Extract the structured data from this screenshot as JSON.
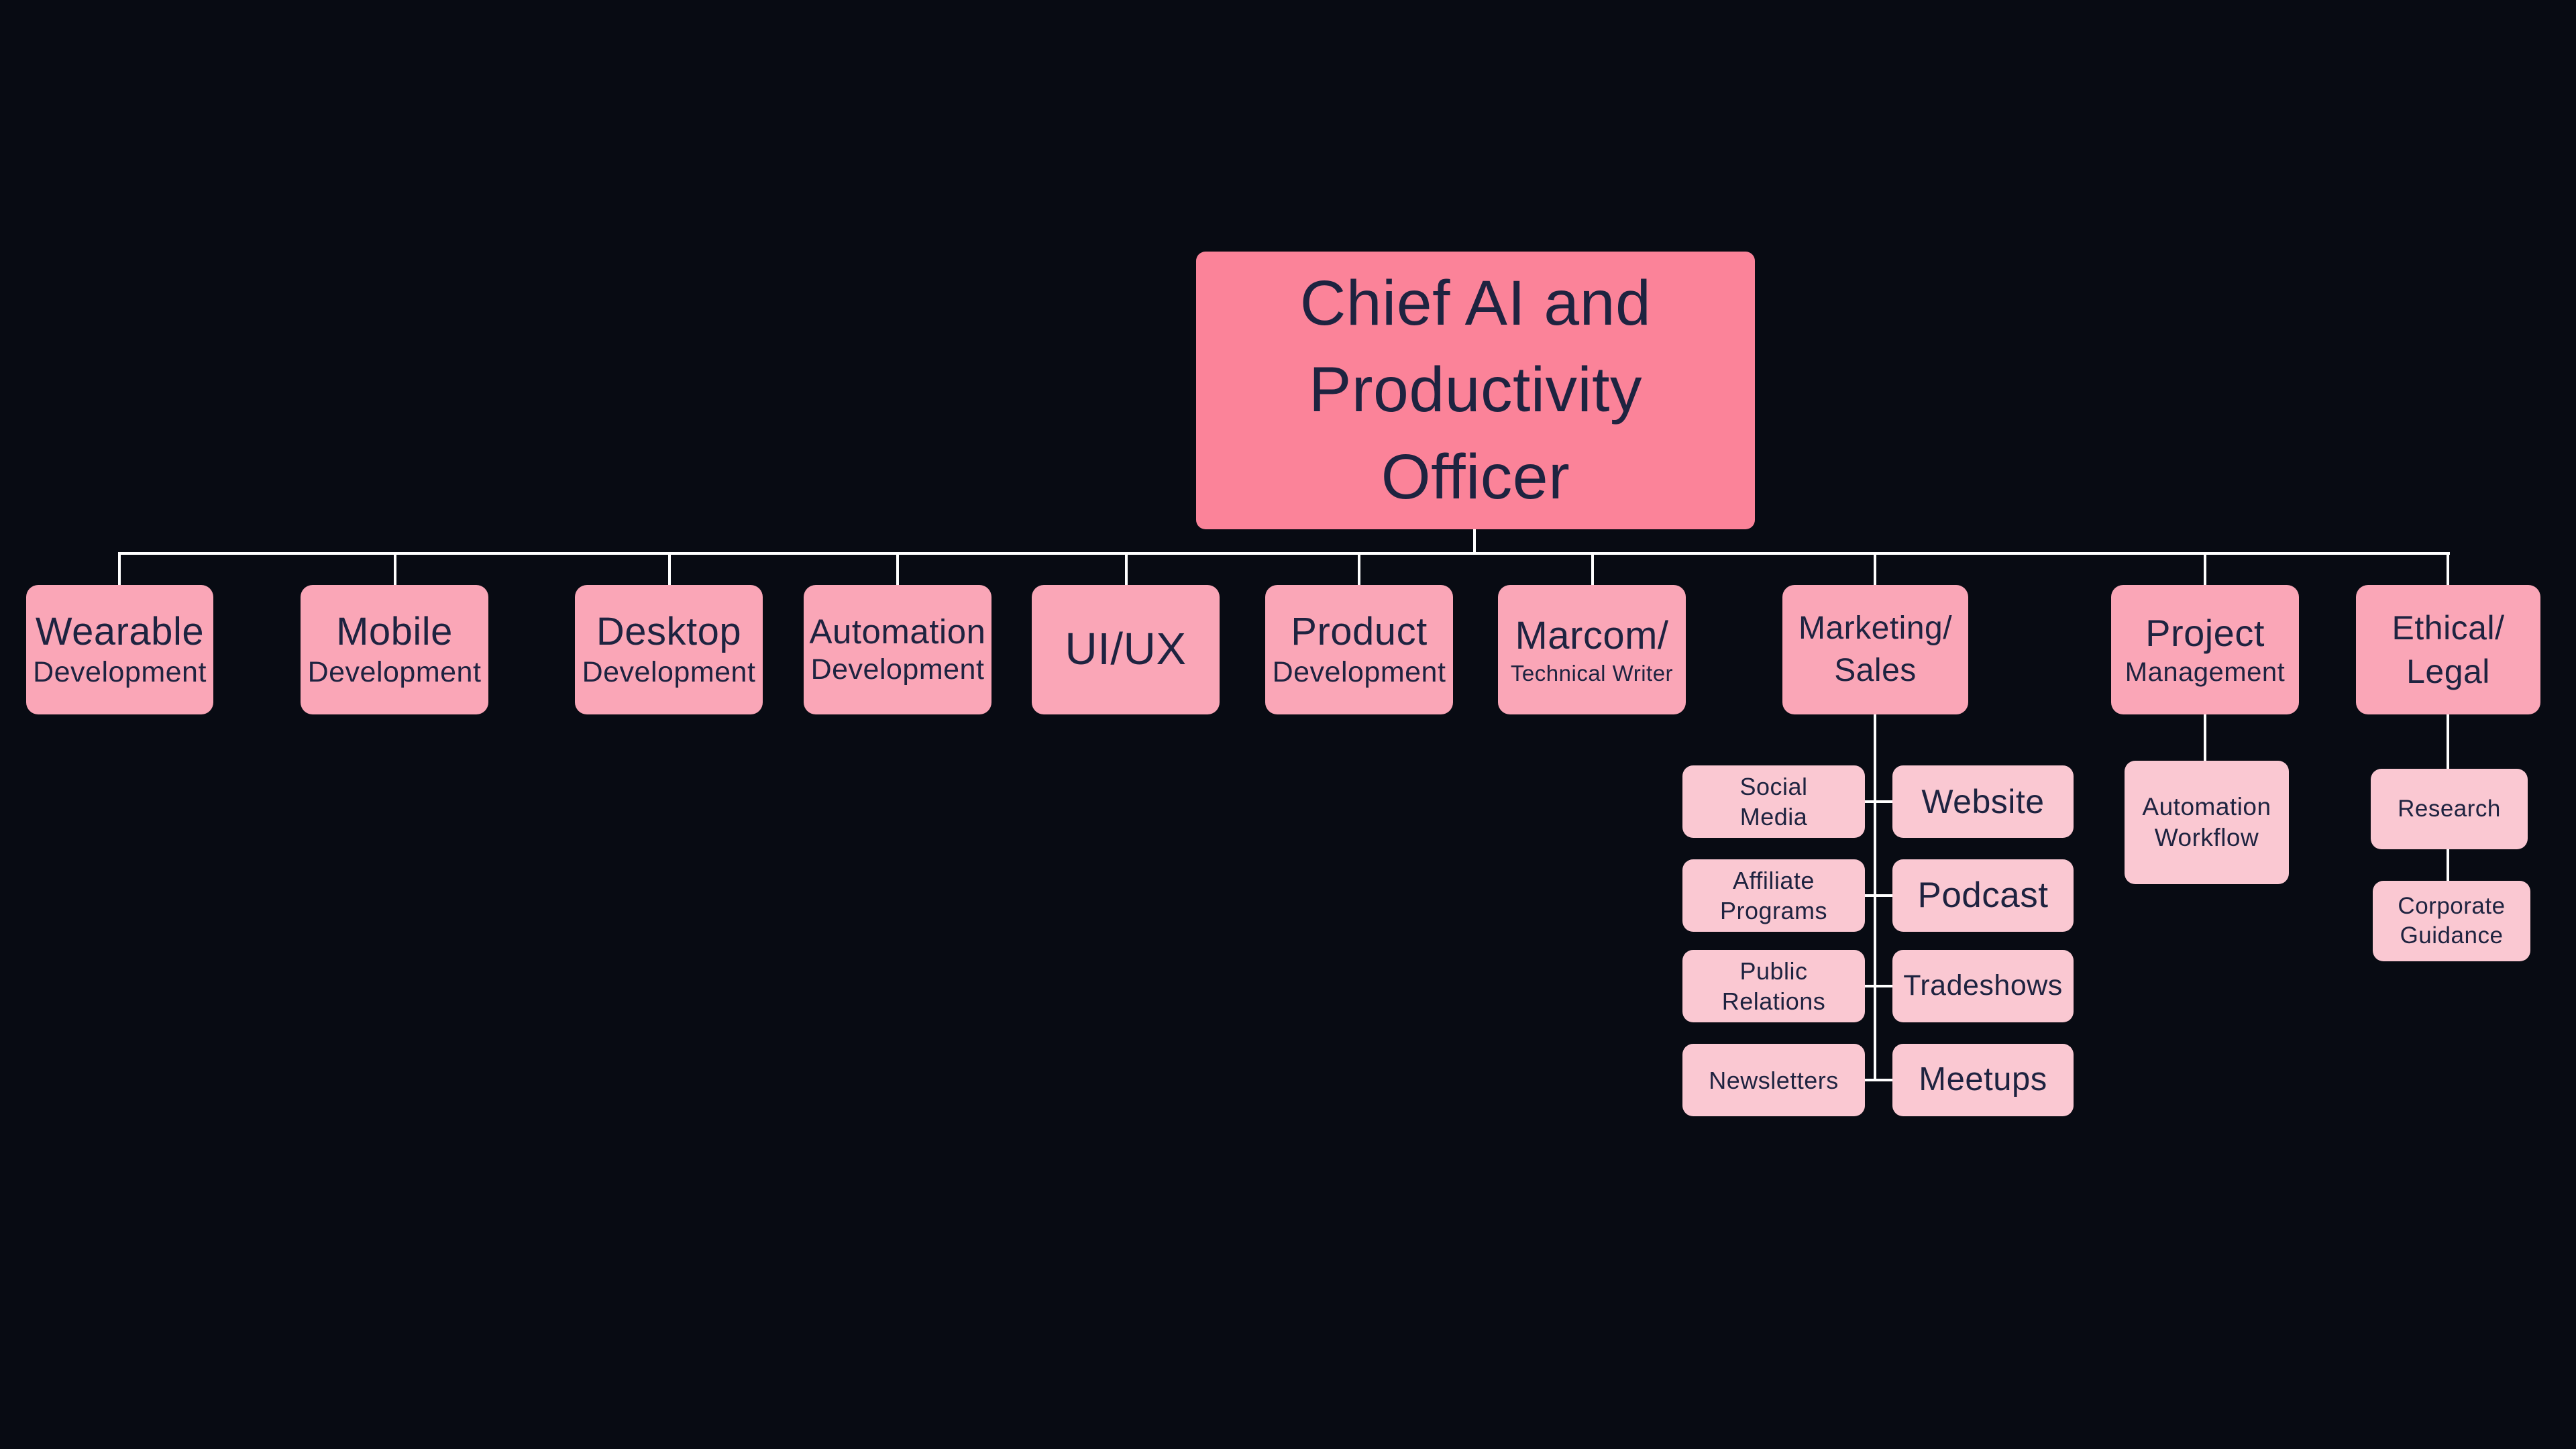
{
  "theme": {
    "background": "#080b13",
    "node_root": "#fb8399",
    "node_dept": "#faa6b7",
    "node_leaf": "#fac8d2",
    "connector": "#ffffff",
    "text": "#1e2340"
  },
  "org_chart": {
    "root": {
      "line1": "Chief AI and",
      "line2": "Productivity",
      "line3": "Officer"
    },
    "departments": {
      "wearable": {
        "title": "Wearable",
        "subtitle": "Development"
      },
      "mobile": {
        "title": "Mobile",
        "subtitle": "Development"
      },
      "desktop": {
        "title": "Desktop",
        "subtitle": "Development"
      },
      "automation": {
        "title": "Automation",
        "subtitle": "Development"
      },
      "uiux": {
        "title": "UI/UX"
      },
      "product": {
        "title": "Product",
        "subtitle": "Development"
      },
      "marcom": {
        "title": "Marcom/",
        "subtitle": "Technical Writer"
      },
      "marketing": {
        "title": "Marketing/",
        "subtitle": "Sales"
      },
      "project": {
        "title": "Project",
        "subtitle": "Management"
      },
      "ethical": {
        "title": "Ethical/",
        "subtitle": "Legal"
      }
    },
    "marketing_children": {
      "social_media": {
        "line1": "Social",
        "line2": "Media"
      },
      "website": {
        "label": "Website"
      },
      "affiliate_programs": {
        "line1": "Affiliate",
        "line2": "Programs"
      },
      "podcast": {
        "label": "Podcast"
      },
      "public_relations": {
        "line1": "Public",
        "line2": "Relations"
      },
      "tradeshows": {
        "label": "Tradeshows"
      },
      "newsletters": {
        "label": "Newsletters"
      },
      "meetups": {
        "label": "Meetups"
      }
    },
    "project_children": {
      "automation_workflow": {
        "line1": "Automation",
        "line2": "Workflow"
      }
    },
    "ethical_children": {
      "research": {
        "label": "Research"
      },
      "corporate_guidance": {
        "line1": "Corporate",
        "line2": "Guidance"
      }
    }
  }
}
